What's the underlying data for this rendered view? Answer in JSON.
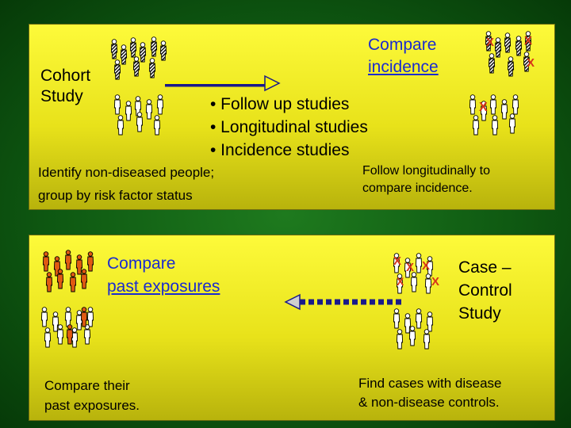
{
  "cohort": {
    "title_line1": "Cohort",
    "title_line2": "Study",
    "compare_line1": "Compare",
    "compare_line2": "incidence",
    "bullets": [
      "• Follow up studies",
      "• Longitudinal studies",
      "• Incidence studies"
    ],
    "left_note_line1": "Identify non-diseased people;",
    "left_note_line2": "group by risk factor status",
    "right_note_line1": "Follow longitudinally to",
    "right_note_line2": "compare incidence."
  },
  "case_control": {
    "title_line1": "Case –",
    "title_line2": "Control",
    "title_line3": "Study",
    "compare_line1": "Compare",
    "compare_line2": "past exposures",
    "left_note_line1": "Compare their",
    "left_note_line2": "past exposures.",
    "right_note_line1": "Find cases with disease",
    "right_note_line2": "& non-disease controls."
  },
  "marker": "X",
  "colors": {
    "panel": "#f2ee22",
    "accent_blue": "#1a2bd0",
    "arrow_yellow": "#f7f30a",
    "exposed_orange": "#e05a12",
    "cross_red": "#d6341a"
  }
}
